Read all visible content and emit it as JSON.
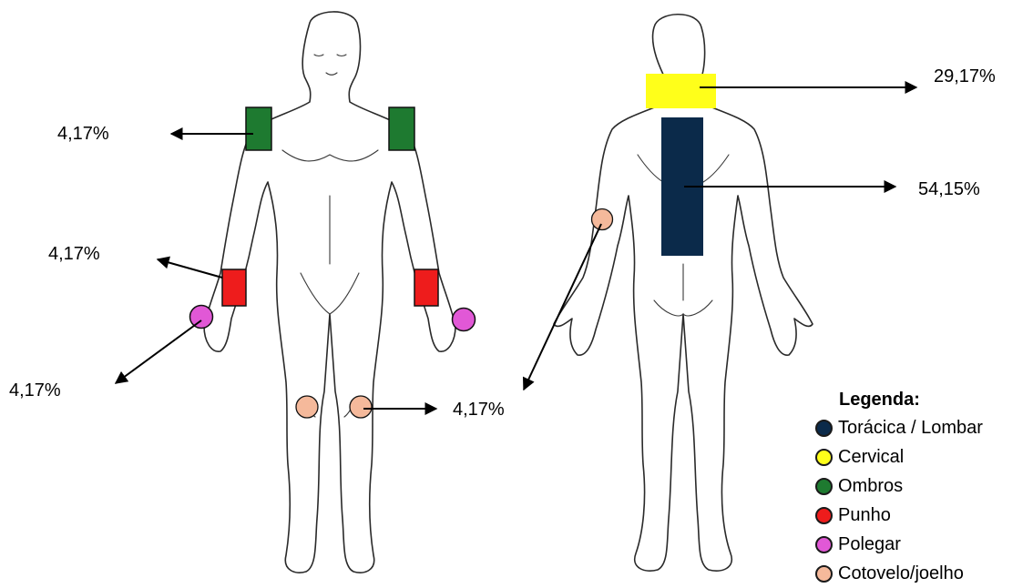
{
  "labels": {
    "ombros": "4,17%",
    "punho": "4,17%",
    "polegar": "4,17%",
    "joelho": "4,17%",
    "cervical": "29,17%",
    "toracica_lombar": "54,15%",
    "cotovelo": "4,17%"
  },
  "colors": {
    "toracica_lombar": "#0b2a4a",
    "cervical": "#ffff1a",
    "ombros": "#1e7a30",
    "punho": "#ee1c1c",
    "polegar": "#e158d6",
    "cotovelo_joelho": "#f5b99b"
  },
  "legend": {
    "title": "Legenda:",
    "items": [
      {
        "label": "Torácica / Lombar",
        "color": "#0b2a4a"
      },
      {
        "label": "Cervical",
        "color": "#ffff1a"
      },
      {
        "label": "Ombros",
        "color": "#1e7a30"
      },
      {
        "label": "Punho",
        "color": "#ee1c1c"
      },
      {
        "label": "Polegar",
        "color": "#e158d6"
      },
      {
        "label": "Cotovelo/joelho",
        "color": "#f5b99b"
      }
    ]
  }
}
